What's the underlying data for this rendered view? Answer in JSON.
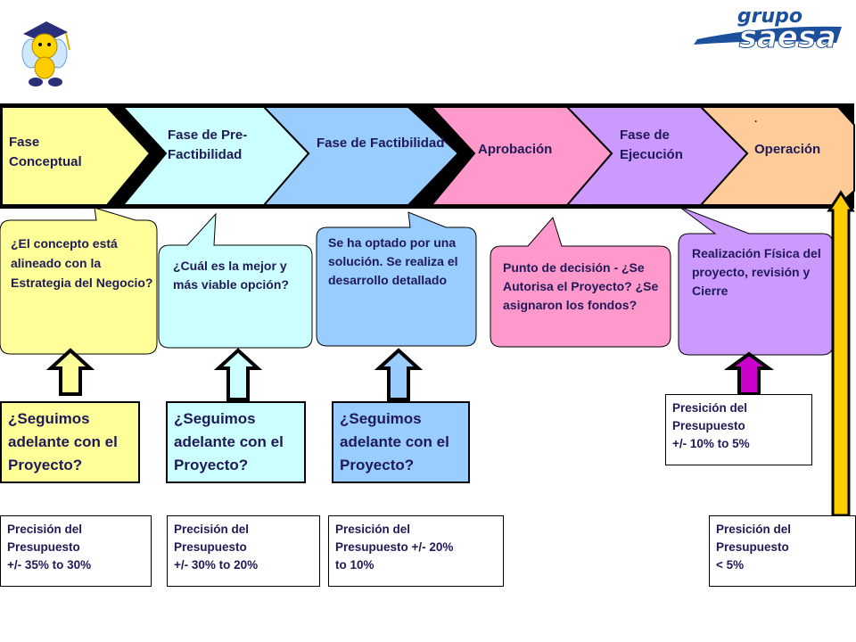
{
  "logo": {
    "small": "grupo",
    "big": "saesa"
  },
  "phases": [
    {
      "label": "Fase Conceptual",
      "color": "#ffff99"
    },
    {
      "label": "Fase de Pre-Factibilidad",
      "color": "#ccffff"
    },
    {
      "label": "Fase de Factibilidad",
      "color": "#99ccff"
    },
    {
      "label": "Aprobación",
      "color": "#ff99cc"
    },
    {
      "label": "Fase de Ejecución",
      "color": "#cc99ff"
    },
    {
      "label": "Operación",
      "color": "#ffcc99"
    }
  ],
  "bubbles": [
    {
      "text": "¿El concepto está alineado con la Estrategia del Negocio?"
    },
    {
      "text": "¿Cuál es la mejor y más viable opción?"
    },
    {
      "text": "Se ha optado por una solución. Se realiza el desarrollo detallado"
    },
    {
      "text": "Punto de decisión - ¿Se Autorisa el Proyecto? ¿Se asignaron los fondos?"
    },
    {
      "text": "Realización Física del proyecto, revisión y Cierre"
    }
  ],
  "questions": [
    {
      "text": "¿Seguimos adelante con el Proyecto?"
    },
    {
      "text": "¿Seguimos adelante con el Proyecto?"
    },
    {
      "text": "¿Seguimos adelante con el Proyecto?"
    }
  ],
  "precision": [
    {
      "line1": "Precisión del",
      "line2": "Presupuesto",
      "line3": "+/-  35% to 30%"
    },
    {
      "line1": "Precisión del",
      "line2": "Presupuesto",
      "line3": "+/-   30% to 20%"
    },
    {
      "line1": "Presición del",
      "line2": "Presupuesto +/-  20%",
      "line3": "to 10%"
    },
    {
      "line1": "Presición del",
      "line2": "Presupuesto",
      "line3": "+/-   10% to 5%"
    },
    {
      "line1": "Presición del",
      "line2": "Presupuesto",
      "line3": "< 5%"
    }
  ],
  "dot": "."
}
